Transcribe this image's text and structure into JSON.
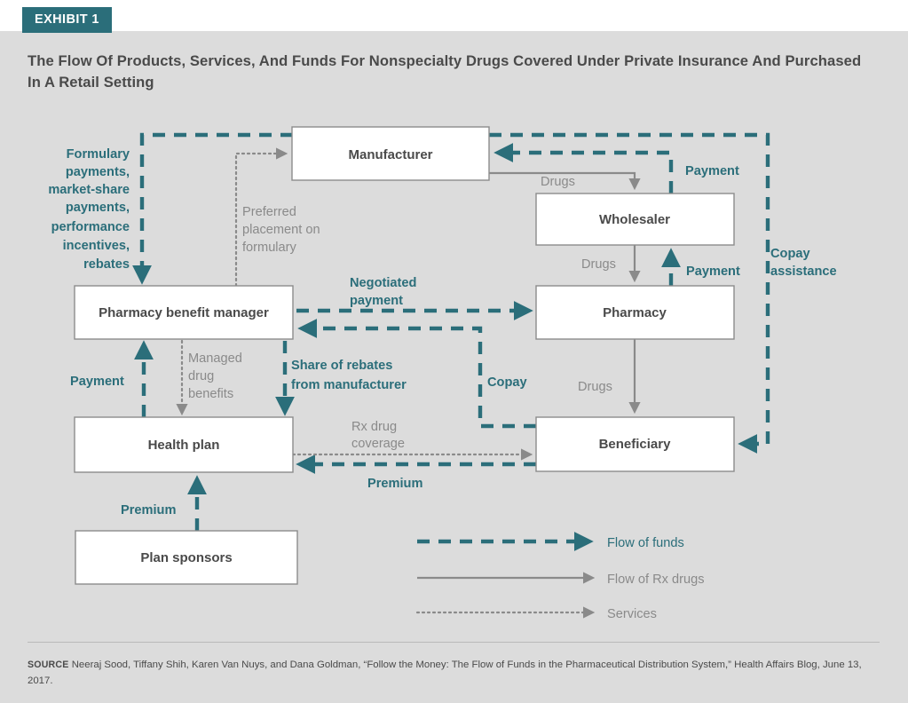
{
  "exhibit": {
    "tag": "EXHIBIT 1"
  },
  "title": {
    "line1": "The Flow Of Products, Services, And Funds For Nonspecialty Drugs Covered Under Private Insurance",
    "line2": "And Purchased In A Retail Setting"
  },
  "colors": {
    "teal": "#2b6e7a",
    "grey_text": "#8a8a8a",
    "node_text": "#4a4a4a",
    "panel_bg": "#dcdcdc",
    "node_fill": "#ffffff",
    "node_stroke": "#8c8c8c"
  },
  "chart_data": {
    "type": "diagram",
    "title": "The Flow Of Products, Services, And Funds For Nonspecialty Drugs Covered Under Private Insurance And Purchased In A Retail Setting",
    "nodes": [
      {
        "id": "manufacturer",
        "label": "Manufacturer"
      },
      {
        "id": "wholesaler",
        "label": "Wholesaler"
      },
      {
        "id": "pharmacy",
        "label": "Pharmacy"
      },
      {
        "id": "beneficiary",
        "label": "Beneficiary"
      },
      {
        "id": "pbm",
        "label": "Pharmacy benefit manager"
      },
      {
        "id": "health-plan",
        "label": "Health plan"
      },
      {
        "id": "plan-sponsors",
        "label": "Plan sponsors"
      }
    ],
    "edges": [
      {
        "from": "pbm",
        "to": "manufacturer",
        "label": "Preferred placement on formulary",
        "kind": "services"
      },
      {
        "from": "manufacturer",
        "to": "pbm",
        "label": "Formulary payments, market-share payments, performance incentives, rebates",
        "kind": "funds"
      },
      {
        "from": "manufacturer",
        "to": "wholesaler",
        "label": "Drugs",
        "kind": "drugs"
      },
      {
        "from": "wholesaler",
        "to": "manufacturer",
        "label": "Payment",
        "kind": "funds"
      },
      {
        "from": "wholesaler",
        "to": "pharmacy",
        "label": "Drugs",
        "kind": "drugs"
      },
      {
        "from": "pharmacy",
        "to": "wholesaler",
        "label": "Payment",
        "kind": "funds"
      },
      {
        "from": "pharmacy",
        "to": "beneficiary",
        "label": "Drugs",
        "kind": "drugs"
      },
      {
        "from": "pbm",
        "to": "pharmacy",
        "label": "Negotiated payment",
        "kind": "funds"
      },
      {
        "from": "beneficiary",
        "to": "pbm",
        "label": "Copay",
        "kind": "funds"
      },
      {
        "from": "pbm",
        "to": "health-plan",
        "label": "Share of rebates from manufacturer",
        "kind": "funds"
      },
      {
        "from": "health-plan",
        "to": "pbm",
        "label": "Payment",
        "kind": "funds"
      },
      {
        "from": "pbm",
        "to": "health-plan",
        "label": "Managed drug benefits",
        "kind": "services"
      },
      {
        "from": "health-plan",
        "to": "beneficiary",
        "label": "Rx drug coverage",
        "kind": "services"
      },
      {
        "from": "beneficiary",
        "to": "health-plan",
        "label": "Premium",
        "kind": "funds"
      },
      {
        "from": "plan-sponsors",
        "to": "health-plan",
        "label": "Premium",
        "kind": "funds"
      },
      {
        "from": "manufacturer",
        "to": "beneficiary",
        "label": "Copay assistance",
        "kind": "funds"
      }
    ]
  },
  "diagram": {
    "nodes": {
      "manufacturer": "Manufacturer",
      "wholesaler": "Wholesaler",
      "pharmacy": "Pharmacy",
      "beneficiary": "Beneficiary",
      "pbm": "Pharmacy benefit manager",
      "health_plan": "Health plan",
      "plan_sponsors": "Plan sponsors"
    },
    "labels": {
      "formulary_1": "Formulary",
      "formulary_2": "payments,",
      "formulary_3": "market-share",
      "formulary_4": "payments,",
      "formulary_5": "performance",
      "formulary_6": "incentives,",
      "formulary_7": "rebates",
      "preferred_1": "Preferred",
      "preferred_2": "placement on",
      "preferred_3": "formulary",
      "drugs_mw": "Drugs",
      "payment_wm": "Payment",
      "copay_assist_1": "Copay",
      "copay_assist_2": "assistance",
      "drugs_wp": "Drugs",
      "payment_pw": "Payment",
      "negotiated_1": "Negotiated",
      "negotiated_2": "payment",
      "drugs_pb": "Drugs",
      "copay": "Copay",
      "payment_hp_pbm": "Payment",
      "managed_1": "Managed",
      "managed_2": "drug",
      "managed_3": "benefits",
      "share_1": "Share of rebates",
      "share_2": "from manufacturer",
      "rx_1": "Rx drug",
      "rx_2": "coverage",
      "premium_benef": "Premium",
      "premium_sponsor": "Premium"
    }
  },
  "legend": {
    "items": [
      {
        "label": "Flow of funds",
        "kind": "funds"
      },
      {
        "label": "Flow of Rx drugs",
        "kind": "drugs"
      },
      {
        "label": "Services",
        "kind": "services"
      }
    ]
  },
  "source": {
    "prefix": "SOURCE",
    "text": " Neeraj Sood, Tiffany Shih, Karen Van Nuys, and Dana Goldman, “Follow the Money: The Flow of Funds in the Pharmaceutical Distribution System,” Health Affairs Blog, June 13, 2017."
  }
}
